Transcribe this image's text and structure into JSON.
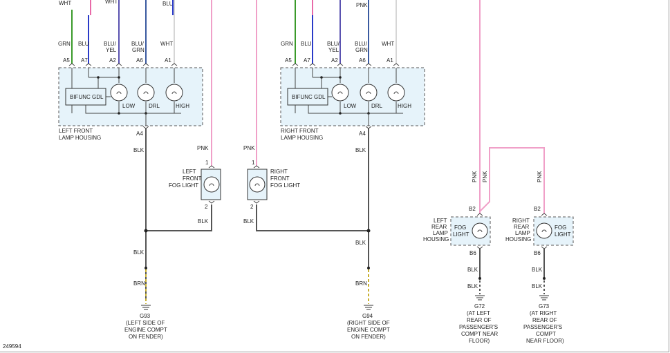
{
  "diagram_id": "249594",
  "wire_colors": {
    "WHT": "#c8c8c8",
    "GRN": "#3a9a2a",
    "BLU": "#2a3ac8",
    "BLU_YEL": "#5a52b0",
    "BLU_GRN": "#3a5aa0",
    "PNK": "#e86aa8",
    "BLK": "#555555",
    "BRN": "#c8b030"
  },
  "labels": {
    "wht": "WHT",
    "grn": "GRN",
    "blu": "BLU",
    "blu_slash": "BLU/",
    "yel": "YEL",
    "grn2": "GRN",
    "pnk": "PNK",
    "blk": "BLK",
    "brn": "BRN",
    "bifunc": "BIFUNC GDL",
    "low": "LOW",
    "drl": "DRL",
    "high": "HIGH",
    "a5": "A5",
    "a7": "A7",
    "a2": "A2",
    "a6": "A6",
    "a1": "A1",
    "a4": "A4",
    "pin1": "1",
    "pin2": "2",
    "b2": "B2",
    "b6": "B6"
  },
  "left_housing": {
    "line1": "LEFT FRONT",
    "line2": "LAMP HOUSING"
  },
  "right_housing": {
    "line1": "RIGHT FRONT",
    "line2": "LAMP HOUSING"
  },
  "left_fog": {
    "line1": "LEFT",
    "line2": "FRONT",
    "line3": "FOG LIGHT"
  },
  "right_fog": {
    "line1": "RIGHT",
    "line2": "FRONT",
    "line3": "FOG LIGHT"
  },
  "left_rear": {
    "line1": "LEFT",
    "line2": "REAR",
    "line3": "LAMP",
    "line4": "HOUSING",
    "fog1": "FOG",
    "fog2": "LIGHT"
  },
  "right_rear": {
    "line1": "RIGHT",
    "line2": "REAR",
    "line3": "LAMP",
    "line4": "HOUSING",
    "fog1": "FOG",
    "fog2": "LIGHT"
  },
  "g93": {
    "id": "G93",
    "l1": "(LEFT SIDE OF",
    "l2": "ENGINE COMPT",
    "l3": "ON FENDER)"
  },
  "g94": {
    "id": "G94",
    "l1": "(RIGHT SIDE OF",
    "l2": "ENGINE COMPT",
    "l3": "ON FENDER)"
  },
  "g72": {
    "id": "G72",
    "l1": "(AT LEFT",
    "l2": "REAR OF",
    "l3": "PASSENGER'S",
    "l4": "COMPT NEAR",
    "l5": "FLOOR)"
  },
  "g73": {
    "id": "G73",
    "l1": "(AT RIGHT",
    "l2": "REAR OF",
    "l3": "PASSENGER'S",
    "l4": "COMPT",
    "l5": "NEAR FLOOR)"
  }
}
